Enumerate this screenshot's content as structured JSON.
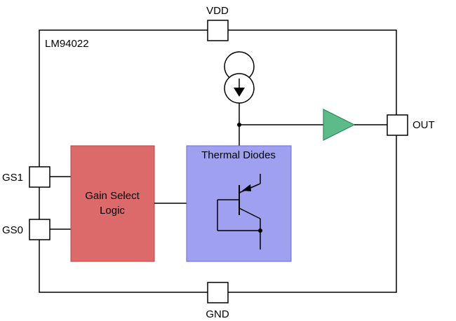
{
  "diagram": {
    "chip_name": "LM94022",
    "pins": {
      "vdd": "VDD",
      "gnd": "GND",
      "out": "OUT",
      "gs1": "GS1",
      "gs0": "GS0"
    },
    "blocks": {
      "gain_select": {
        "line1": "Gain Select",
        "line2": "Logic",
        "color": "#DC6A6A"
      },
      "thermal_diodes": {
        "label": "Thermal Diodes",
        "color": "#A0A0F0"
      },
      "amplifier": {
        "color": "#5DBB8A"
      }
    }
  }
}
